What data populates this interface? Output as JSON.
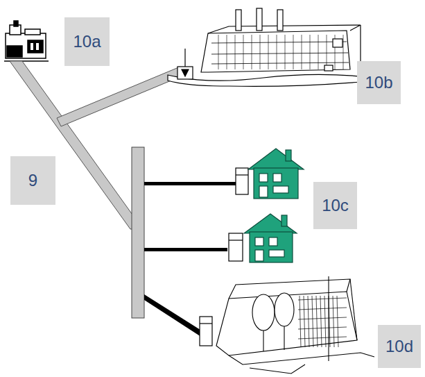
{
  "diagram": {
    "labels": [
      "10a",
      "10b",
      "9",
      "10c",
      "10d"
    ]
  }
}
